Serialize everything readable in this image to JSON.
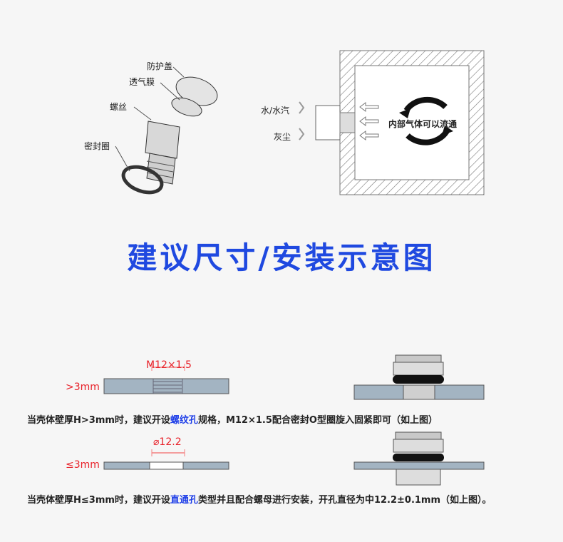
{
  "parts": {
    "cap": "防护盖",
    "membrane": "透气膜",
    "thread": "螺丝",
    "seal": "密封圈"
  },
  "flow": {
    "water": "水/水汽",
    "dust": "灰尘",
    "internal": "内部气体可以流通"
  },
  "title": "建议尺寸/安装示意图",
  "case1": {
    "thickness": ">3mm",
    "spec": "M12×1.5",
    "note_pre": "当壳体壁厚H>3mm时，建议开设",
    "note_hl": "螺纹孔",
    "note_post": "规格，M12×1.5配合密封O型圈旋入固紧即可（如上图）"
  },
  "case2": {
    "thickness": "≤3mm",
    "spec": "⌀12.2",
    "note_pre": "当壳体壁厚H≤3mm时，建议开设",
    "note_hl": "直通孔",
    "note_post": "类型并且配合螺母进行安装，开孔直径为中12.2±0.1mm（如上图）。"
  },
  "colors": {
    "title": "#1f49e0",
    "highlight": "#1f3fe8",
    "dimension": "#e8222a",
    "plate": "#a3b4c2"
  }
}
